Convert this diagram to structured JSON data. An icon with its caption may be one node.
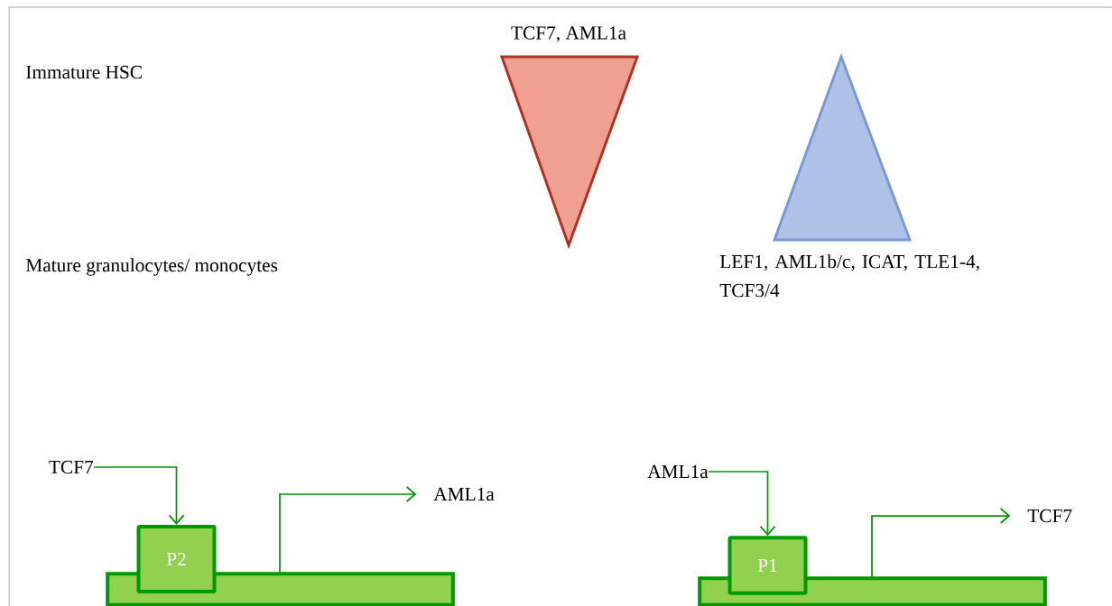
{
  "diagram": {
    "nodes": [
      {
        "text": [
          "TCF7, AML1a"
        ]
      },
      {
        "text": [
          "LEF1, AML1b/c, ICAT, TLE1-4, TCF3/4"
        ]
      },
      {
        "text": [
          "TCF7"
        ]
      },
      {
        "text": [
          "P2"
        ]
      },
      {
        "text": [],
        "shape": "bar"
      },
      {
        "text": [
          "AML1a"
        ]
      },
      {
        "text": [
          "AML1a"
        ]
      },
      {
        "text": [
          "P1"
        ]
      },
      {
        "text": [],
        "shape": "bar"
      },
      {
        "text": [
          "TCF7"
        ]
      }
    ],
    "edges": [
      {
        "from": 2,
        "to": 3,
        "arrow": "to"
      },
      {
        "from": 4,
        "to": 5,
        "arrow": "to"
      },
      {
        "from": 6,
        "to": 7,
        "arrow": "to"
      },
      {
        "from": 8,
        "to": 9,
        "arrow": "to"
      }
    ],
    "labels": [
      "Immature HSC",
      "Mature granulocytes/ monocytes"
    ]
  }
}
